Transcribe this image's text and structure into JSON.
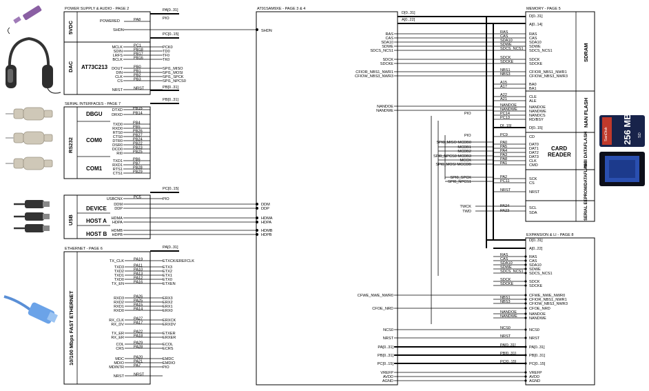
{
  "titles": {
    "power": "POWER SUPPLY & AUDIO - PAGE 2",
    "serial": "SERIAL INTERFACES - PAGE 7",
    "ethernet": "ETHERNET - PAGE 6",
    "mcu": "AT91SAM9XE - PAGE 3 & 4",
    "memory": "MEMORY - PAGE 5",
    "expansion": "EXPANSION & LI - PAGE 8"
  },
  "blocks": {
    "vdc": "5VDC",
    "dac": "DAC",
    "at73": "AT73C213",
    "rs232": "RS232",
    "dbgu": "DBGU",
    "com0": "COM0",
    "com1": "COM1",
    "usb": "USB",
    "device": "DEVICE",
    "hosta": "HOST A",
    "hostb": "HOST B",
    "eth": "10/100 Mbps FAST ETHERNET",
    "sdram": "SDRAM",
    "nand": "NAN FLASH",
    "card": "CARD",
    "reader": "READER",
    "mci": "MCI DATAFLASH",
    "sereeprom": "SERIAL EEPROM/DATAFLASH",
    "sd_text": "256 MB",
    "sd_brand": "SanDisk",
    "sd_small": "SD"
  },
  "power": {
    "powered": "POWERED",
    "pa8": "PA8",
    "pa_bus": "PA[0..31]",
    "pio": "PIO",
    "shdn": "SHDN",
    "shdn_mcu": "SHDN"
  },
  "dac": {
    "pc_bus": "PC[0..15]",
    "left": [
      "MCLK",
      "SDIN",
      "LRFS",
      "BCLK",
      "DOUT",
      "DIN",
      "CLK",
      "CS",
      "NRST"
    ],
    "ports": [
      "PC1",
      "PB18",
      "PB17",
      "PB16",
      "PB0",
      "PB1",
      "PB2",
      "PB3",
      "NRST"
    ],
    "right": [
      "PCK0",
      "TD0",
      "TF0",
      "TK0",
      "SPI1_MISO",
      "SPI1_MOSI",
      "SPI1_SPCK",
      "SPI1_NPCS0"
    ],
    "pb_bus": "PB[0..31]"
  },
  "serial": {
    "pb_bus": "PB[0..31]",
    "dbgu_left": [
      "DTXD",
      "DRXD"
    ],
    "dbgu_ports": [
      "PB15",
      "PB14"
    ],
    "com0_left": [
      "TXD0",
      "RXD0",
      "RTS0",
      "CTS0",
      "DTR0",
      "DSR0",
      "DCD0",
      "RI0"
    ],
    "com0_ports": [
      "PB4",
      "PB5",
      "PB26",
      "PB27",
      "PB24",
      "PB22",
      "PB23",
      "PB25"
    ],
    "com1_left": [
      "TXD1",
      "RXD1",
      "RTS1",
      "CTS1"
    ],
    "com1_ports": [
      "PB6",
      "PB7",
      "PB28",
      "PB29"
    ]
  },
  "usb": {
    "pc_bus": "PC[0..15]",
    "pio": "PIO",
    "usbcnx": "USBCNX",
    "pc5": "PC5",
    "ddm": "DDM",
    "ddp": "DDP",
    "hdma": "HDMA",
    "hdpa": "HDPA",
    "hdmb": "HDMB",
    "hdpb": "HDPB",
    "mcu": [
      "DDM",
      "DDP",
      "HDMA",
      "HDPA",
      "HDMB",
      "HDPB"
    ]
  },
  "eth": {
    "pa_bus": "PA[0..31]",
    "left": [
      "TX_CLK",
      "TXD3",
      "TXD2",
      "TXD1",
      "TXD0",
      "TX_EN",
      "RXD3",
      "RXD2",
      "RXD1",
      "RXD0",
      "RX_CLK",
      "RX_DV",
      "TX_ER",
      "RX_ER",
      "COL",
      "CRS",
      "MDC",
      "MDIO",
      "MDINTR",
      "NRST"
    ],
    "ports": [
      "PA19",
      "PA11",
      "PA10",
      "PA13",
      "PA12",
      "PA16",
      "PA26",
      "PA25",
      "PA15",
      "PA14",
      "PA27",
      "PA17",
      "PA22",
      "PA18",
      "PA29",
      "PA28",
      "PA20",
      "PA21",
      "PA7",
      "NRST"
    ],
    "right": [
      "ETXCK/EREFCLK",
      "ETX3",
      "ETX2",
      "ETX1",
      "ETX0",
      "ETXEN",
      "ERX3",
      "ERX2",
      "ERX1",
      "ERX0",
      "ERXCK",
      "ERXDV",
      "ETXER",
      "ERXER",
      "ECOL",
      "ECRS",
      "EMDC",
      "EMDIO",
      "PIO"
    ]
  },
  "mcu_right": {
    "d_bus": "D[0..31]",
    "a_bus": "A[0..22]",
    "sdram": [
      "RAS",
      "CAS",
      "SDA10",
      "SDWE",
      "SDCS_NCS1",
      "SDCK",
      "SDCKE",
      "CFIOR_NBS1_NWR1",
      "CFIOW_NBS3_NWR3"
    ],
    "nandoe": "NANDOE",
    "nandwe": "NANDWE",
    "pio": "PIO",
    "pio2": "PIO",
    "mci": [
      "SPI0_MISO MCDB0",
      "MCDB1",
      "MCDB2",
      "SPI0_NPCS0 MCDB3",
      "MCCK",
      "SPI0_MOSI MCCDB"
    ],
    "spi": [
      "SPI0_SPCK",
      "SPI0_NPCS1"
    ],
    "twi": [
      "TWCK",
      "TWD"
    ],
    "cfwe": "CFWE_NWE_NWR0",
    "cfoe": "CFOE_NRD",
    "ncs0": "NCS0",
    "nrst": "NRST",
    "pa": "PA[0..31]",
    "pb": "PB[0..31]",
    "pc": "PC[0..15]",
    "pwr": [
      "VREFP",
      "AVDD",
      "AGND"
    ]
  },
  "memory": {
    "d_bus": "D[0..31]",
    "a_bus": "A[0..14]",
    "sig": [
      "RAS",
      "CAS",
      "SDA10",
      "SDWE",
      "SDCS_NCS1",
      "SDCK",
      "SDCKE",
      "NBS1",
      "NBS3",
      "A15",
      "A17"
    ],
    "pins": [
      "RAS",
      "CAS",
      "SDA10",
      "SDWE",
      "SDCS_NCS1",
      "SDCK",
      "SDCKE",
      "CFIOR_NBS1_NWR1",
      "CFIOW_NBS3_NWR3",
      "BA0",
      "BA1"
    ],
    "nand_sig": [
      "A22",
      "A21",
      "NANDOE",
      "NANDWE",
      "PC14",
      "PC13",
      "D[..15]"
    ],
    "nand_pins": [
      "CLE",
      "ALE",
      "NANDOE",
      "NANDWE",
      "NANDCS",
      "RD/BSY",
      "D[0..15]"
    ],
    "card_sig": [
      "PC9",
      "PA0",
      "PA5",
      "PA4",
      "PA3",
      "PA8",
      "PA1"
    ],
    "card_pins": [
      "CD",
      "DAT0",
      "DAT1",
      "DAT2",
      "DAT3",
      "CLK",
      "CMD"
    ],
    "ser_sig": [
      "PA2",
      "PC11",
      "NRST"
    ],
    "ser_pins": [
      "SCK",
      "CS",
      "NRST"
    ],
    "twi_sig": [
      "PA24",
      "PA23"
    ],
    "twi_pins": [
      "SCL",
      "SDA"
    ],
    "d_bus2": "D[0..15]"
  },
  "exp": {
    "d_bus": "D[0..31]",
    "a_bus": "A[0..22]",
    "sig": [
      "RAS",
      "CAS",
      "SDA10",
      "SDWE",
      "SDCS_NCS1",
      "SDCK",
      "SDCKE",
      "NBS1",
      "NBS3",
      "NANDOE",
      "NANDWE",
      "NCS0",
      "NRST",
      "PA[0..31]",
      "PB[0..31]",
      "PC[0..15]"
    ],
    "pins": [
      "RAS",
      "CAS",
      "SDA10",
      "SDWE",
      "SDCS_NCS1",
      "SDCK",
      "SDCKE",
      "CFWE_NWE_NWR0",
      "CFIOR_NBS1_NWR1",
      "CFIOW_NBS3_NWR3",
      "CFOE_NRD",
      "NANDOE",
      "NANDWE",
      "NCS0",
      "NRST",
      "PA[0..31]",
      "PB[0..31]",
      "PC[0..15]",
      "VREFP",
      "AVDD",
      "AGND"
    ]
  }
}
